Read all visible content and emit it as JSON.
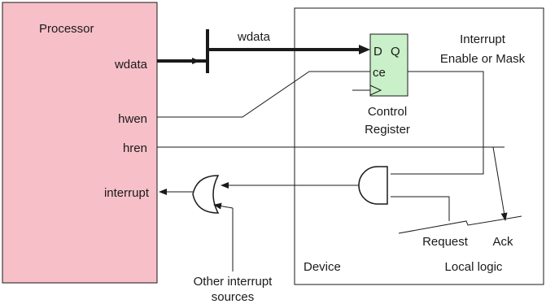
{
  "colors": {
    "processor_fill": "#f7bfc8",
    "register_fill": "#c9f0c9",
    "line": "#1a1a1a"
  },
  "processor": {
    "title": "Processor",
    "ports": {
      "wdata": "wdata",
      "hwen": "hwen",
      "hren": "hren",
      "interrupt": "interrupt"
    }
  },
  "bus": {
    "label": "wdata"
  },
  "register": {
    "d": "D",
    "q": "Q",
    "ce": "ce",
    "caption_line1": "Control",
    "caption_line2": "Register"
  },
  "mask": {
    "line1": "Interrupt",
    "line2": "Enable or Mask"
  },
  "other_sources": {
    "line1": "Other interrupt",
    "line2": "sources"
  },
  "local": {
    "request": "Request",
    "ack": "Ack",
    "device": "Device",
    "logic": "Local logic"
  }
}
